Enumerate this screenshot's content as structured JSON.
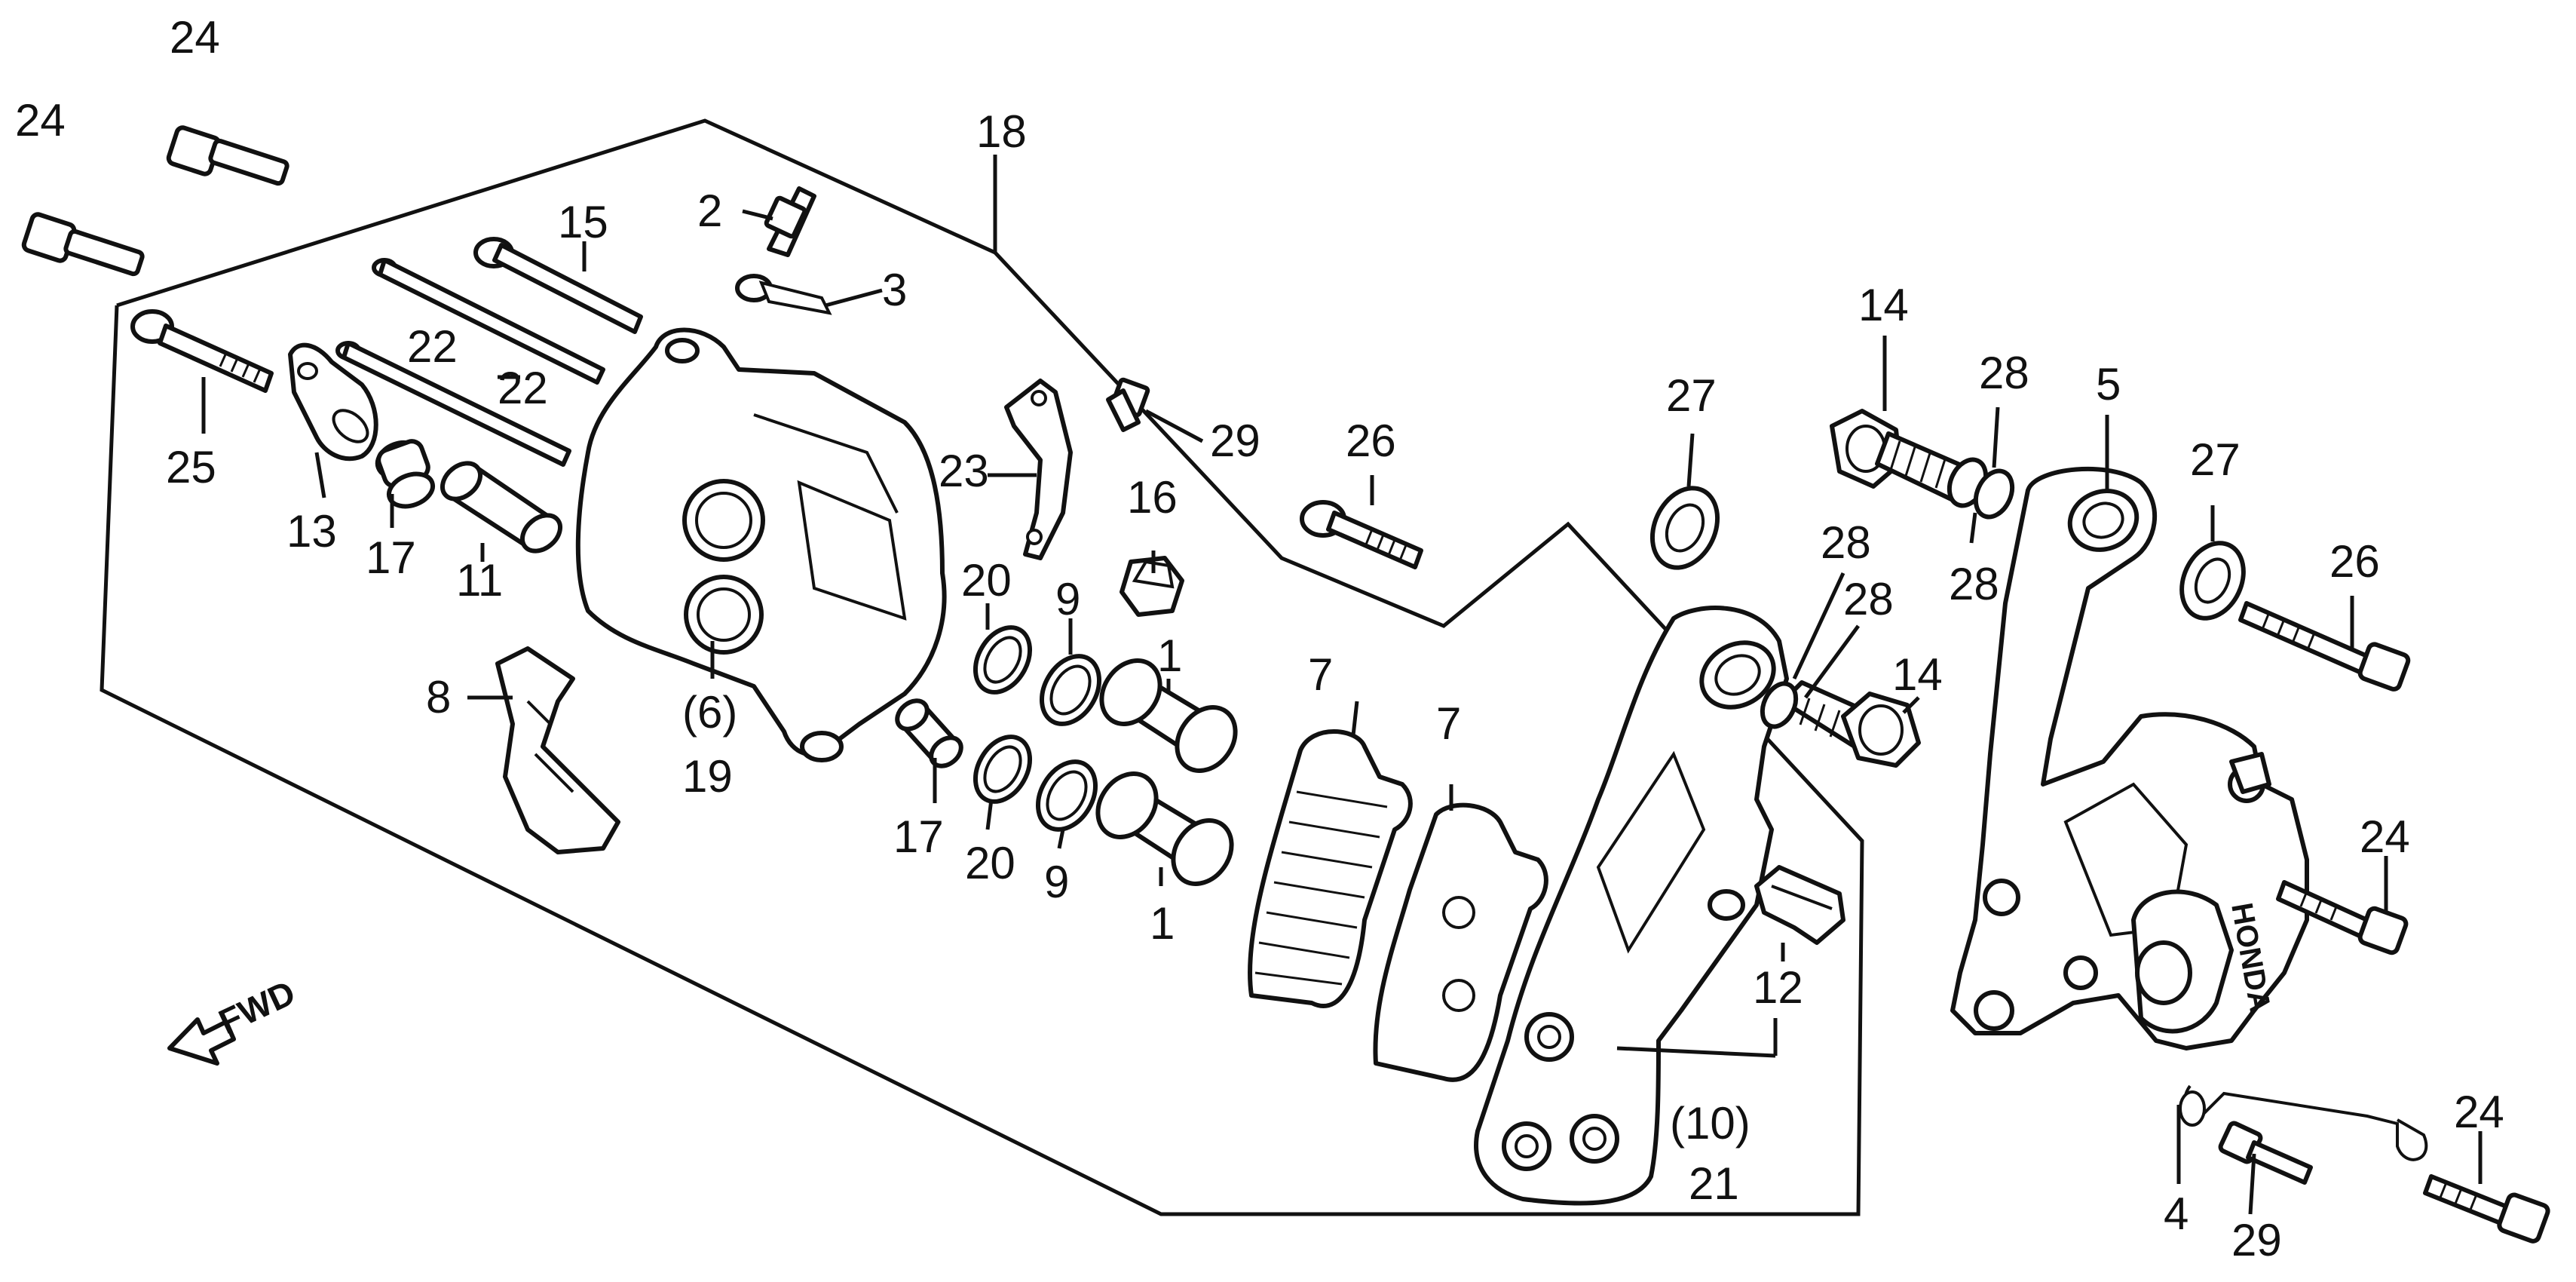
{
  "direction_label": "FWD",
  "brand_text": "HONDA",
  "callouts": {
    "c24a": "24",
    "c24b": "24",
    "c24c": "24",
    "c24d": "24",
    "c18": "18",
    "c15": "15",
    "c2": "2",
    "c3": "3",
    "c22a": "22",
    "c22b": "22",
    "c25": "25",
    "c13": "13",
    "c17a": "17",
    "c11": "11",
    "c23": "23",
    "c29a": "29",
    "c16": "16",
    "c20a": "20",
    "c9a": "9",
    "c1a": "1",
    "c8": "8",
    "c6": "(6)",
    "c19": "19",
    "c17b": "17",
    "c20b": "20",
    "c9b": "9",
    "c1b": "1",
    "c26a": "26",
    "c27a": "27",
    "c14a": "14",
    "c28a": "28",
    "c5": "5",
    "c28b": "28",
    "c27b": "27",
    "c26b": "26",
    "c28c": "28",
    "c28d": "28",
    "c14b": "14",
    "c7a": "7",
    "c7b": "7",
    "c12": "12",
    "c10": "(10)",
    "c21": "21",
    "c4": "4",
    "c29b": "29"
  }
}
